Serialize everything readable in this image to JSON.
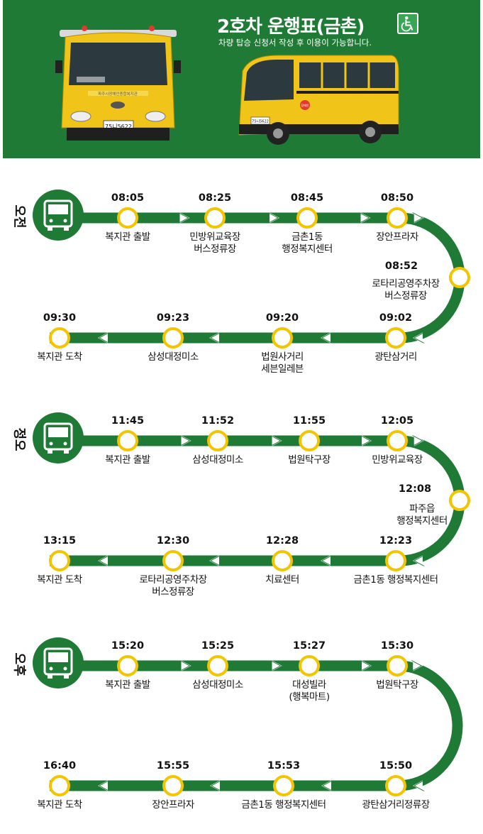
{
  "header": {
    "title": "2호차 운행표(금촌)",
    "subtitle": "차량 탑승 신청서 작성 후 이용이 가능합니다.",
    "bus_front_text": "파주시장애인종합복지관",
    "plate_front": "75니5622",
    "plate_side": "75니5622",
    "side_badge": "장애인",
    "icon": "wheelchair-icon"
  },
  "colors": {
    "green": "#1f7a36",
    "yellow": "#f4c400",
    "bus": "#f0c419"
  },
  "schedules": [
    {
      "period": "오전",
      "stops": [
        {
          "time": "08:05",
          "name": [
            "복지관 출발"
          ]
        },
        {
          "time": "08:25",
          "name": [
            "민방위교육장",
            "버스정류장"
          ]
        },
        {
          "time": "08:45",
          "name": [
            "금촌1동",
            "행정복지센터"
          ]
        },
        {
          "time": "08:50",
          "name": [
            "장안프라자"
          ]
        },
        {
          "time": "08:52",
          "name": [
            "로타리공영주차장",
            "버스정류장"
          ]
        },
        {
          "time": "09:02",
          "name": [
            "광탄삼거리"
          ]
        },
        {
          "time": "09:20",
          "name": [
            "법원사거리",
            "세븐일레븐"
          ]
        },
        {
          "time": "09:23",
          "name": [
            "삼성대정미소"
          ]
        },
        {
          "time": "09:30",
          "name": [
            "복지관 도착"
          ]
        }
      ]
    },
    {
      "period": "정오",
      "stops": [
        {
          "time": "11:45",
          "name": [
            "복지관 출발"
          ]
        },
        {
          "time": "11:52",
          "name": [
            "삼성대정미소"
          ]
        },
        {
          "time": "11:55",
          "name": [
            "법원탁구장"
          ]
        },
        {
          "time": "12:05",
          "name": [
            "민방위교육장"
          ]
        },
        {
          "time": "12:08",
          "name": [
            "파주읍",
            "행정복지센터"
          ]
        },
        {
          "time": "12:23",
          "name": [
            "금촌1동 행정복지센터"
          ]
        },
        {
          "time": "12:28",
          "name": [
            "치료센터"
          ]
        },
        {
          "time": "12:30",
          "name": [
            "로타리공영주차장",
            "버스정류장"
          ]
        },
        {
          "time": "13:15",
          "name": [
            "복지관 도착"
          ]
        }
      ]
    },
    {
      "period": "오후",
      "stops": [
        {
          "time": "15:20",
          "name": [
            "복지관 출발"
          ]
        },
        {
          "time": "15:25",
          "name": [
            "삼성대정미소"
          ]
        },
        {
          "time": "15:27",
          "name": [
            "대성빌라",
            "(행복마트)"
          ]
        },
        {
          "time": "15:30",
          "name": [
            "법원탁구장"
          ]
        },
        {
          "time": "15:50",
          "name": [
            "광탄삼거리정류장"
          ]
        },
        {
          "time": "15:53",
          "name": [
            "금촌1동 행정복지센터"
          ]
        },
        {
          "time": "15:55",
          "name": [
            "장안프라자"
          ]
        },
        {
          "time": "16:40",
          "name": [
            "복지관 도착"
          ]
        }
      ]
    }
  ]
}
